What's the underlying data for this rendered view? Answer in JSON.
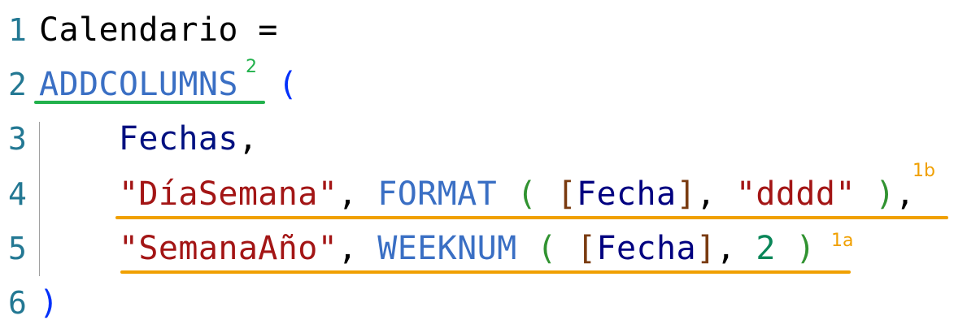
{
  "colors": {
    "green_marker": "#22b14c",
    "orange_marker": "#f0a000"
  },
  "lines": [
    {
      "number": "1",
      "tokens": [
        {
          "text": "Calendario =",
          "type": "plain"
        }
      ]
    },
    {
      "number": "2",
      "tokens": [
        {
          "text": "ADDCOLUMNS",
          "type": "func"
        },
        {
          "text": "  ",
          "type": "plain"
        },
        {
          "text": "(",
          "type": "paren-b"
        }
      ]
    },
    {
      "number": "3",
      "tokens": [
        {
          "text": "    Fechas",
          "type": "table"
        },
        {
          "text": ",",
          "type": "plain"
        }
      ]
    },
    {
      "number": "4",
      "tokens": [
        {
          "text": "    ",
          "type": "plain"
        },
        {
          "text": "\"DíaSemana\"",
          "type": "string"
        },
        {
          "text": ", ",
          "type": "plain"
        },
        {
          "text": "FORMAT ",
          "type": "func"
        },
        {
          "text": "( ",
          "type": "paren-g"
        },
        {
          "text": "[",
          "type": "bracket"
        },
        {
          "text": "Fecha",
          "type": "col"
        },
        {
          "text": "]",
          "type": "bracket"
        },
        {
          "text": ", ",
          "type": "plain"
        },
        {
          "text": "\"dddd\"",
          "type": "string"
        },
        {
          "text": " )",
          "type": "paren-g"
        },
        {
          "text": ",",
          "type": "plain"
        }
      ]
    },
    {
      "number": "5",
      "tokens": [
        {
          "text": "    ",
          "type": "plain"
        },
        {
          "text": "\"SemanaAño\"",
          "type": "string"
        },
        {
          "text": ", ",
          "type": "plain"
        },
        {
          "text": "WEEKNUM ",
          "type": "func"
        },
        {
          "text": "( ",
          "type": "paren-g"
        },
        {
          "text": "[",
          "type": "bracket"
        },
        {
          "text": "Fecha",
          "type": "col"
        },
        {
          "text": "]",
          "type": "bracket"
        },
        {
          "text": ", ",
          "type": "plain"
        },
        {
          "text": "2",
          "type": "num"
        },
        {
          "text": " )",
          "type": "paren-g"
        }
      ]
    },
    {
      "number": "6",
      "tokens": [
        {
          "text": ")",
          "type": "paren-b"
        }
      ]
    }
  ],
  "annotations": {
    "addcolumns": "2",
    "format": "1b",
    "weeknum": "1a"
  }
}
